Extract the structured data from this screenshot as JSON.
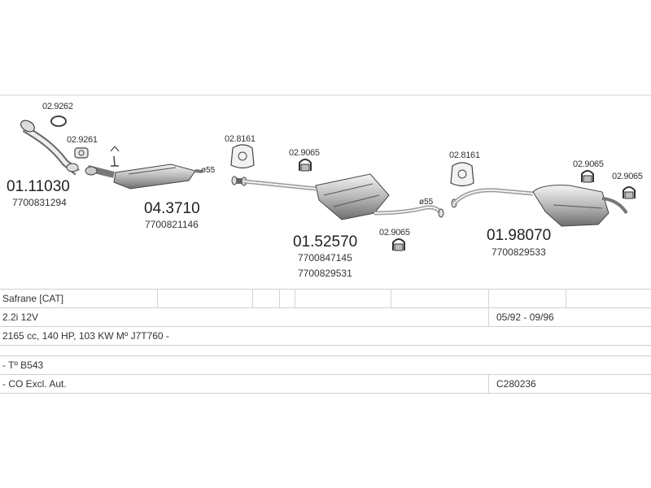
{
  "diagram": {
    "parts": [
      {
        "id": "p1",
        "number": "01.11030",
        "oem": [
          "7700831294"
        ]
      },
      {
        "id": "p2",
        "number": "04.3710",
        "oem": [
          "7700821146"
        ]
      },
      {
        "id": "p3",
        "number": "01.52570",
        "oem": [
          "7700847145",
          "7700829531"
        ]
      },
      {
        "id": "p4",
        "number": "01.98070",
        "oem": [
          "7700829533"
        ]
      }
    ],
    "accessories": {
      "a1": "02.9262",
      "a2": "02.9261",
      "a3": "02.8161",
      "a4": "02.9065",
      "a5": "02.9065",
      "a6": "02.8161",
      "a7": "02.9065",
      "a8": "02.9065"
    },
    "diameters": {
      "d1": "ø55",
      "d2": "ø55"
    }
  },
  "table": {
    "rows": [
      {
        "left": "Safrane  [CAT]",
        "right": ""
      },
      {
        "left": "2.2i  12V",
        "right": "05/92 - 09/96"
      },
      {
        "left": "2165 cc, 140 HP, 103 KW Mº J7T760 -",
        "right": ""
      },
      {
        "left": "",
        "right": ""
      },
      {
        "left": "- Tº B543",
        "right": ""
      },
      {
        "left": "- CO Excl. Aut.",
        "right": "C280236"
      }
    ]
  }
}
